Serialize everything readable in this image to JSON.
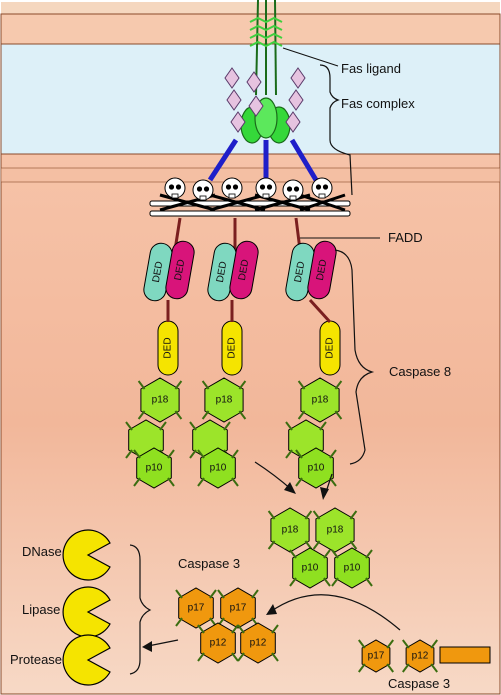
{
  "labels": {
    "fas_ligand": "Fas ligand",
    "fas_complex": "Fas complex",
    "fadd": "FADD",
    "caspase8": "Caspase 8",
    "caspase3_active": "Caspase 3",
    "caspase3_pro": "Caspase 3",
    "dnase": "DNase",
    "lipase": "Lipase",
    "protease": "Protease"
  },
  "domains": {
    "ded": "DED",
    "p18": "p18",
    "p10": "p10",
    "p17": "p17",
    "p12": "p12"
  },
  "colors": {
    "outside_top": "#f5d7bf",
    "membrane_core": "#ddf0f8",
    "cytoplasm": "#f2b79a",
    "ded_teal": "#7fd8c0",
    "ded_magenta": "#d8147a",
    "ded_yellow": "#f5e400",
    "caspase_green": "#9ce42a",
    "caspase_dark_green": "#5fa317",
    "caspase3_orange": "#f0980e",
    "enzyme_yellow": "#f5e400",
    "receptor_pink": "#e6c3e0",
    "receptor_blue": "#1f1fc9",
    "ligand_green": "#3fd03f"
  }
}
